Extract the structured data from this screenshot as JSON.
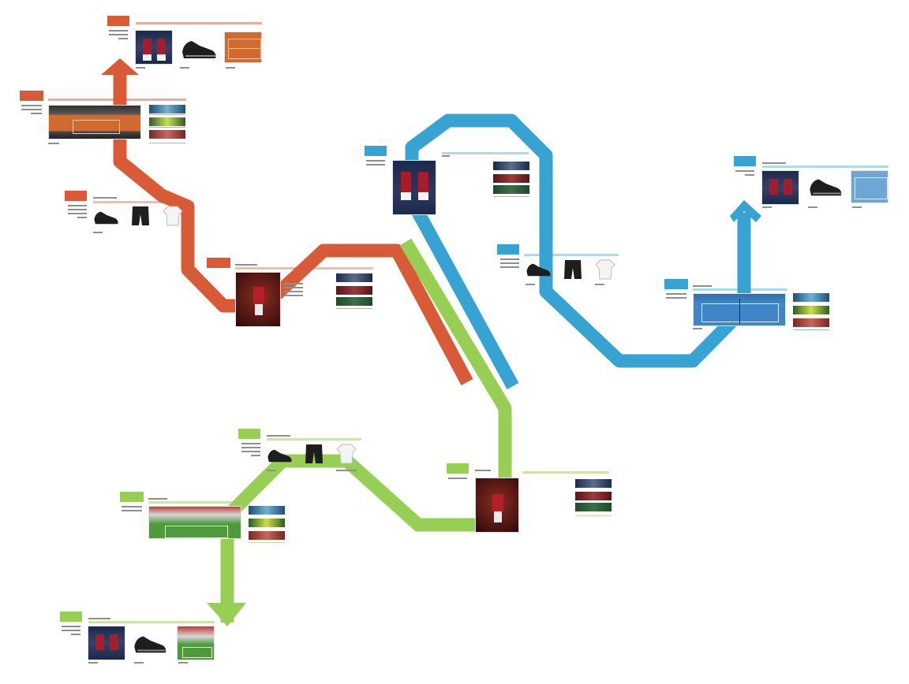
{
  "colors": {
    "orange": "#d85a36",
    "blue": "#37a3d2",
    "green": "#97cf55",
    "gray_text": "#8f8f8f",
    "clay": "#d16a31",
    "hard_court": "#3e86c7",
    "grass": "#4e9a3d",
    "maroon": "#7a1f26",
    "navy": "#1a2a4c"
  },
  "paths": [
    {
      "name": "orange-journey",
      "color": "orange"
    },
    {
      "name": "blue-journey",
      "color": "blue"
    },
    {
      "name": "green-journey",
      "color": "green"
    }
  ],
  "icons": [
    "shoe-icon",
    "shorts-icon",
    "shirt-icon",
    "players-photo",
    "player-photo",
    "clay-court-photo",
    "hard-court-photo",
    "grass-stadium-photo",
    "arrow-head-icon"
  ]
}
